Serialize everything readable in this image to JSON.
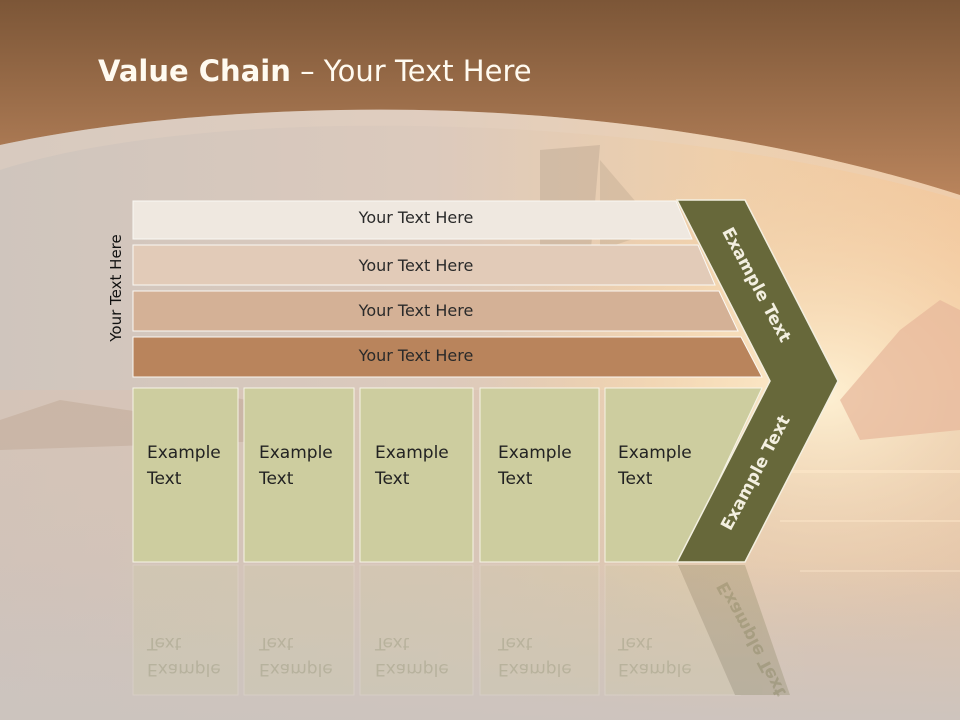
{
  "title": {
    "bold": "Value Chain",
    "rest": " – Your Text Here"
  },
  "side_label": "Your Text Here",
  "bars": [
    {
      "label": "Your Text Here"
    },
    {
      "label": "Your Text Here"
    },
    {
      "label": "Your Text Here"
    },
    {
      "label": "Your Text Here"
    }
  ],
  "boxes": [
    {
      "line1": "Example",
      "line2": "Text"
    },
    {
      "line1": "Example",
      "line2": "Text"
    },
    {
      "line1": "Example",
      "line2": "Text"
    },
    {
      "line1": "Example",
      "line2": "Text"
    },
    {
      "line1": "Example",
      "line2": "Text"
    }
  ],
  "chevron": {
    "upper_label": "Example Text",
    "lower_label": "Example Text"
  },
  "colors": {
    "bar1": "#efe8e0",
    "bar2": "#e2cbb8",
    "bar3": "#d4b196",
    "bar4": "#b9845c",
    "box": "#cdcd9f",
    "chevron": "#67683a",
    "header": "#9a6a43"
  }
}
